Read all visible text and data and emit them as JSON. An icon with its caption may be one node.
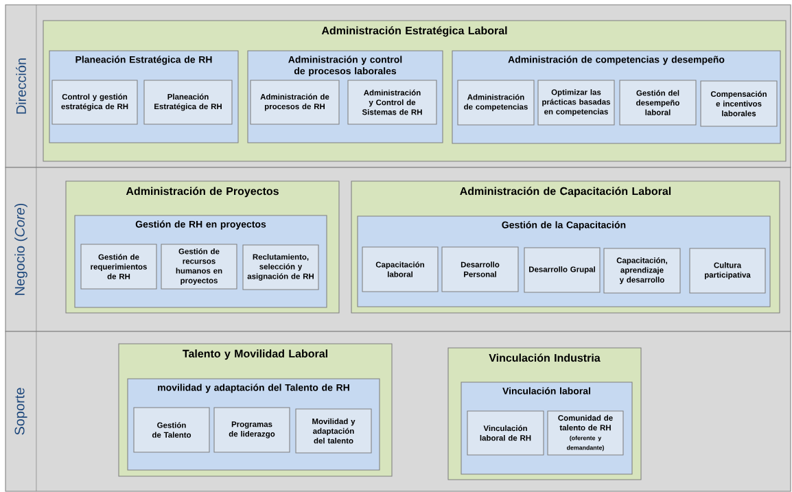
{
  "diagram": {
    "nodes": [
      {
        "text": [
          "Dirección"
        ]
      },
      {
        "text": [
          "Administración  Estratégica Laboral"
        ],
        "in": 0
      },
      {
        "text": [
          "Planeación Estratégica de RH"
        ],
        "in": 1
      },
      {
        "text": [
          "Control y gestión estratégica de RH"
        ],
        "in": 2
      },
      {
        "text": [
          "Planeación Estratégica de RH"
        ],
        "in": 2
      },
      {
        "text": [
          "Administración y control de procesos laborales"
        ],
        "in": 1
      },
      {
        "text": [
          "Administración de procesos de RH"
        ],
        "in": 5
      },
      {
        "text": [
          "Administración y Control de Sistemas de RH"
        ],
        "in": 5
      },
      {
        "text": [
          "Administración de competencias y desempeño"
        ],
        "in": 1
      },
      {
        "text": [
          "Administración de competencias"
        ],
        "in": 8
      },
      {
        "text": [
          "Optimizar las prácticas basadas en competencias"
        ],
        "in": 8
      },
      {
        "text": [
          "Gestión del desempeño laboral"
        ],
        "in": 8
      },
      {
        "text": [
          "Compensación e incentivos laborales"
        ],
        "in": 8
      },
      {
        "text": [
          "Negocio (*Core*)"
        ]
      },
      {
        "text": [
          "Administración de Proyectos"
        ],
        "in": 13
      },
      {
        "text": [
          "Gestión de RH en proyectos"
        ],
        "in": 14
      },
      {
        "text": [
          "Gestión de requerimientos de RH"
        ],
        "in": 15
      },
      {
        "text": [
          "Gestión de recursos humanos en proyectos"
        ],
        "in": 15
      },
      {
        "text": [
          "Reclutamiento, selección y asignación de RH"
        ],
        "in": 15
      },
      {
        "text": [
          "Administración de Capacitación Laboral"
        ],
        "in": 13
      },
      {
        "text": [
          "Gestión de la Capacitación"
        ],
        "in": 19
      },
      {
        "text": [
          "Capacitación laboral"
        ],
        "in": 20
      },
      {
        "text": [
          "Desarrollo Personal"
        ],
        "in": 20
      },
      {
        "text": [
          "Desarrollo Grupal"
        ],
        "in": 20
      },
      {
        "text": [
          "Capacitación, aprendizaje y desarrollo"
        ],
        "in": 20
      },
      {
        "text": [
          "Cultura participativa"
        ],
        "in": 20
      },
      {
        "text": [
          "Soporte"
        ]
      },
      {
        "text": [
          "Talento y Movilidad Laboral"
        ],
        "in": 26
      },
      {
        "text": [
          "movilidad y adaptación del Talento de RH"
        ],
        "in": 27
      },
      {
        "text": [
          "Gestión de Talento"
        ],
        "in": 28
      },
      {
        "text": [
          "Programas de liderazgo"
        ],
        "in": 28
      },
      {
        "text": [
          "Movilidad y adaptación del talento"
        ],
        "in": 28
      },
      {
        "text": [
          "Vinculación Industria"
        ],
        "in": 26
      },
      {
        "text": [
          "Vinculación laboral"
        ],
        "in": 32
      },
      {
        "text": [
          "Vinculación laboral de RH"
        ],
        "in": 33
      },
      {
        "text": [
          "Comunidad de talento de RH",
          "(oferente y demandante)"
        ],
        "in": 33
      }
    ]
  }
}
